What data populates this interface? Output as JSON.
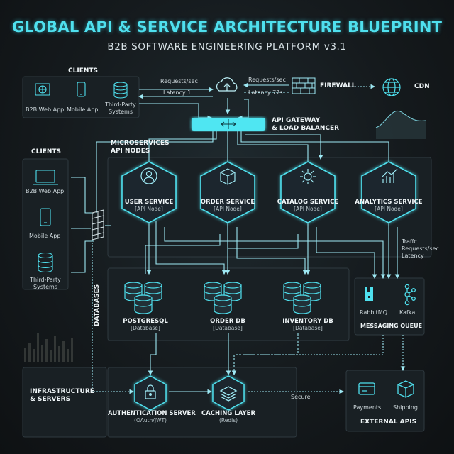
{
  "header": {
    "title": "GLOBAL API & SERVICE ARCHITECTURE BLUEPRINT",
    "subtitle": "B2B SOFTWARE ENGINEERING PLATFORM v3.1"
  },
  "top_clients": {
    "heading": "CLIENTS",
    "items": [
      "B2B Web App",
      "Mobile App",
      "Third-Party Systems"
    ]
  },
  "left_clients": {
    "heading": "CLIENTS",
    "items": [
      "B2B Web App",
      "Mobile App",
      "Third-Party Systems"
    ]
  },
  "flow_labels": {
    "requests_left": "Requests/sec",
    "latency_left": "Latency 1",
    "requests_right": "Requests/sec",
    "latency_right": "Latency 77s",
    "traffic": "Traffc",
    "traffic_requests": "Requests/sec",
    "traffic_latency": "Latency",
    "secure": "Secure"
  },
  "edge": {
    "firewall": "FIREWALL",
    "cdn": "CDN"
  },
  "gateway": {
    "label_line1": "API GATEWAY",
    "label_line2": "& LOAD BALANCER"
  },
  "microservices": {
    "heading_line1": "MICROSERVICES",
    "heading_line2": "API NODES",
    "services": [
      {
        "name": "USER SERVICE",
        "sub": "[API Node]",
        "icon": "user-icon"
      },
      {
        "name": "ORDER SERVICE",
        "sub": "[API Node]",
        "icon": "box-icon"
      },
      {
        "name": "CATALOG SERVICE",
        "sub": "[API Node]",
        "icon": "gear-icon"
      },
      {
        "name": "ANALYTICS SERVICE",
        "sub": "[API Node]",
        "icon": "analytics-icon"
      }
    ]
  },
  "databases": {
    "heading": "DATABASES",
    "items": [
      {
        "name": "POSTGRESQL",
        "sub": "[Database]"
      },
      {
        "name": "ORDER DB",
        "sub": "[Database]"
      },
      {
        "name": "INVENTORY DB",
        "sub": "[Database]"
      }
    ]
  },
  "messaging": {
    "label": "MESSAGING QUEUE",
    "items": [
      "RabbitMQ",
      "Kafka"
    ]
  },
  "infrastructure": {
    "heading_line1": "INFRASTRUCTURE",
    "heading_line2": "& SERVERS",
    "auth_name": "AUTHENTICATION SERVER",
    "auth_sub": "(OAuth/JWT)",
    "cache_name": "CACHING LAYER",
    "cache_sub": "(Redis)"
  },
  "external": {
    "label": "EXTERNAL APIS",
    "items": [
      "Payments",
      "Shipping"
    ]
  },
  "colors": {
    "accent": "#4fe0ee",
    "panel": "#1b2226",
    "wire": "#8fe6f2"
  }
}
